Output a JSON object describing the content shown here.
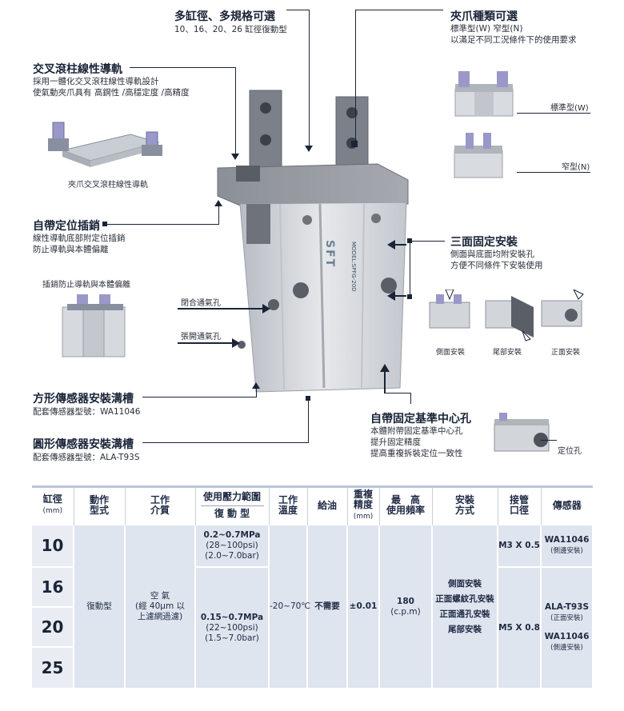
{
  "callouts": {
    "multi_bore": {
      "title": "多缸徑、多規格可選",
      "desc": "10、16、20、26 缸徑復動型"
    },
    "jaw_types": {
      "title": "夾爪種類可選",
      "desc1": "標準型(W)  窄型(N)",
      "desc2": "以滿足不同工況條件下的使用要求"
    },
    "cross_roller": {
      "title": "交叉滾柱線性導軌",
      "desc1": "採用一體化交叉滾柱線性導軌設計",
      "desc2": "使氣動夾爪具有 高鋼性 /高穩定度 /高精度",
      "figure_label": "夾爪交叉滾柱線性導軌"
    },
    "positioning_pin": {
      "title": "自帶定位插銷",
      "desc1": "線性導軌底部附定位插銷",
      "desc2": "防止導軌與本體偏離",
      "figure_label": "插銷防止導軌與本體偏離"
    },
    "three_side": {
      "title": "三面固定安裝",
      "desc1": "側面與底面均附安裝孔",
      "desc2": "方便不同條件下安裝使用",
      "labels": [
        "側面安裝",
        "尾部安裝",
        "正面安裝"
      ]
    },
    "center_hole": {
      "title": "自帶固定基準中心孔",
      "desc1": "本體附帶固定基準中心孔",
      "desc2": "提升固定精度",
      "desc3": "提高重複拆裝定位一致性",
      "figure_label": "定位孔"
    },
    "square_sensor": {
      "title": "方形傳感器安裝溝槽",
      "desc": "配套傳感器型號：WA11046"
    },
    "round_sensor": {
      "title": "圓形傳感器安裝溝槽",
      "desc": "配套傳感器型號：ALA-T93S"
    },
    "standard_label": "標準型(W)",
    "narrow_label": "窄型(N)",
    "close_port": "閉合通氣孔",
    "open_port": "張開通氣孔",
    "product_logo": "SFT",
    "product_model": "MODEL:SPFG-20D"
  },
  "table": {
    "headers": {
      "bore": "缸徑",
      "bore_unit": "(mm)",
      "action1": "動作",
      "action2": "型式",
      "medium1": "工作",
      "medium2": "介質",
      "pressure_top": "使用壓力範圍",
      "pressure_bottom": "復 動 型",
      "temp1": "工作",
      "temp2": "溫度",
      "oil": "給油",
      "rep1": "重複",
      "rep2": "精度",
      "rep_unit": "(mm)",
      "freq1": "最　高",
      "freq2": "使用頻率",
      "mount1": "安裝",
      "mount2": "方式",
      "port1": "接管",
      "port2": "口徑",
      "sensor": "傳感器"
    },
    "bores": [
      "10",
      "16",
      "20",
      "25"
    ],
    "action": "復動型",
    "medium1": "空 氣",
    "medium2": "(經 40μm 以",
    "medium3": "上濾網過濾)",
    "p10_1": "0.2~0.7MPa",
    "p10_2": "(28~100psi)",
    "p10_3": "(2.0~7.0bar)",
    "p16_1": "0.15~0.7MPa",
    "p16_2": "(22~100psi)",
    "p16_3": "(1.5~7.0bar)",
    "temp": "-20~70℃",
    "oil": "不需要",
    "repeat": "±0.01",
    "freq1": "180",
    "freq2": "(c.p.m)",
    "mounts": [
      "側面安裝",
      "正面螺紋孔安裝",
      "正面通孔安裝",
      "尾部安裝"
    ],
    "port10": "M3 X 0.5",
    "port16": "M5 X 0.8",
    "s10": "WA11046",
    "s10_note": "(側邊安裝)",
    "s16a": "ALA-T93S",
    "s16a_note": "(正面安裝)",
    "s16b": "WA11046",
    "s16b_note": "(側邊安裝)"
  },
  "colors": {
    "navy": "#1a2438",
    "table_bg": "#dfe5ee",
    "product_silver": "#cfd3d9"
  }
}
